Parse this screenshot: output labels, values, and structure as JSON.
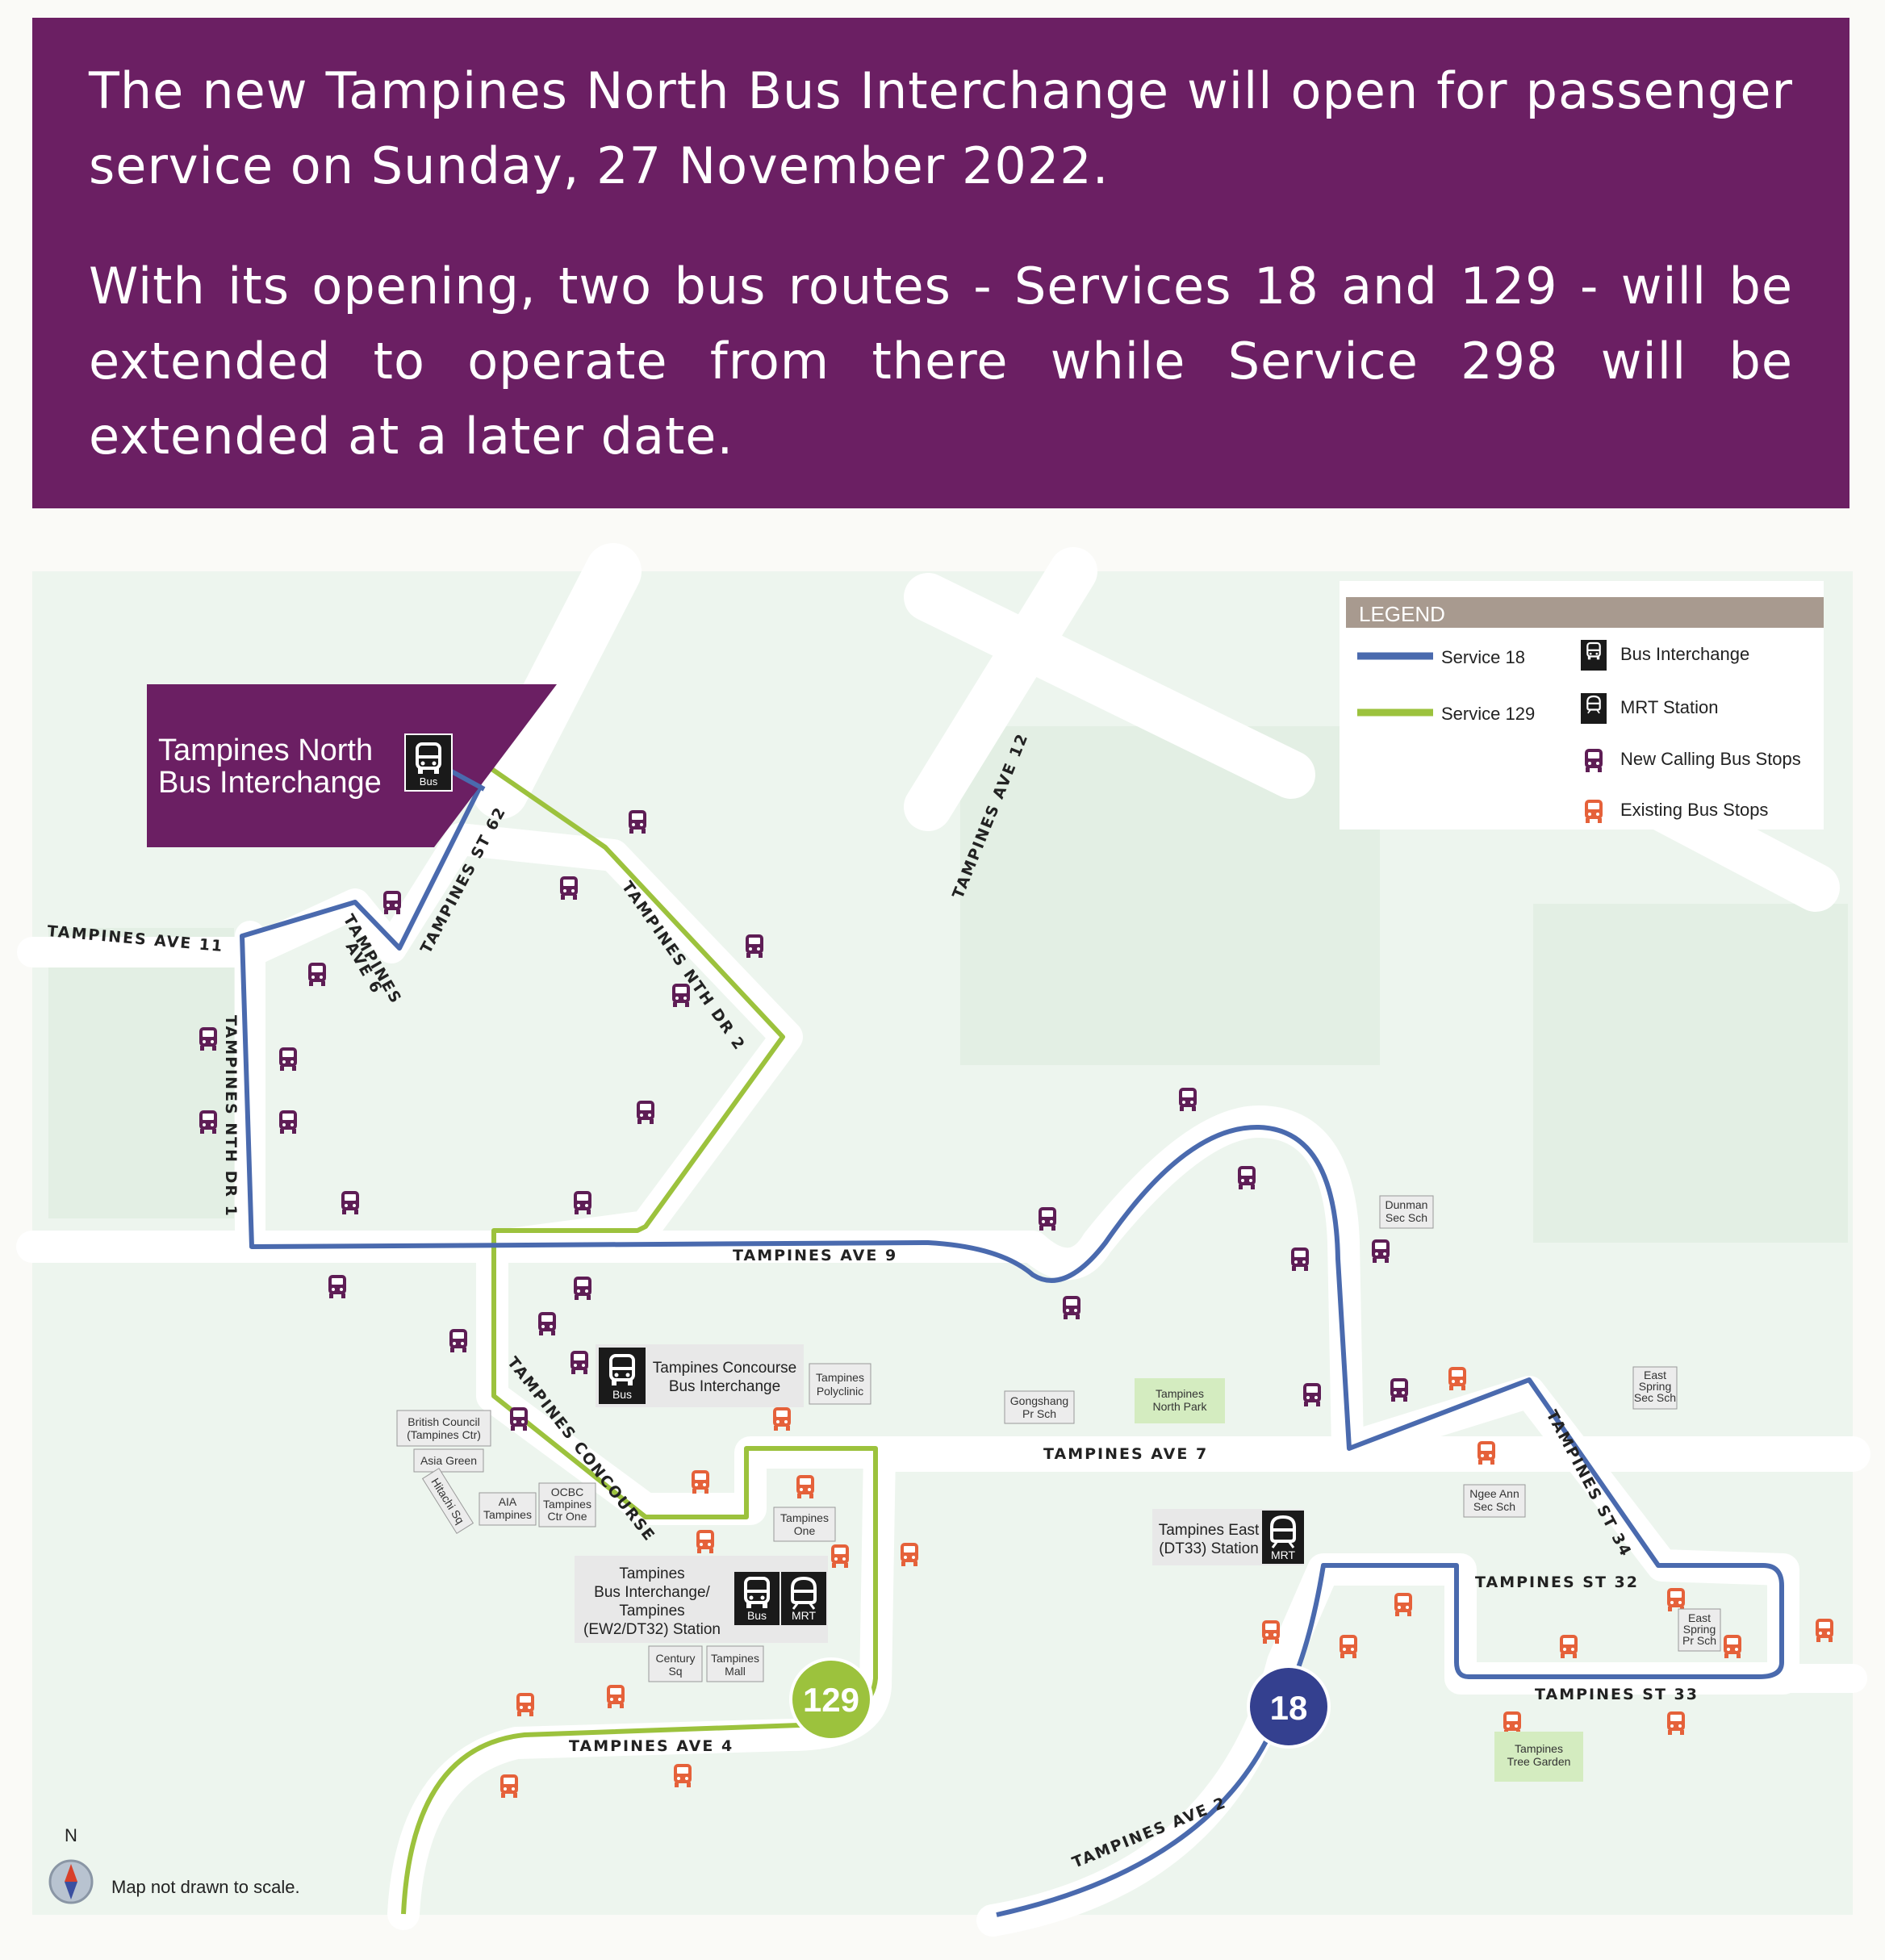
{
  "banner": {
    "paragraph_1": "The new Tampines North Bus Interchange will open for passenger service on Sunday, 27 November 2022.",
    "paragraph_2": "With its opening, two bus routes - Services 18 and 129 - will be extended to operate from there while Service 298 will be extended at a later date.",
    "background_color": "#6b1f63"
  },
  "legend": {
    "title": "LEGEND",
    "items": [
      {
        "label": "Service 18",
        "color": "#4a6aae",
        "icon": "blue-line"
      },
      {
        "label": "Service 129",
        "color": "#9cc23d",
        "icon": "green-line"
      },
      {
        "label": "Bus Interchange",
        "icon": "bus-interchange-icon",
        "badge": "Bus"
      },
      {
        "label": "MRT Station",
        "icon": "mrt-station-icon",
        "badge": "MRT"
      },
      {
        "label": "New Calling Bus Stops",
        "color": "#5e1d55",
        "icon": "new-bus-stop-icon"
      },
      {
        "label": "Existing Bus Stops",
        "color": "#e5613a",
        "icon": "existing-bus-stop-icon"
      }
    ]
  },
  "interchange": {
    "line_1": "Tampines North",
    "line_2": "Bus Interchange",
    "badge": "Bus"
  },
  "roads": {
    "ave11": "TAMPINES AVE 11",
    "nth_dr1": "TAMPINES NTH DR 1",
    "ave6_a": "TAMPINES",
    "ave6_b": "AVE 6",
    "st62": "TAMPINES ST 62",
    "nth_dr2": "TAMPINES NTH DR 2",
    "ave12": "TAMPINES AVE 12",
    "ave9": "TAMPINES AVE 9",
    "concourse": "TAMPINES CONCOURSE",
    "ave7": "TAMPINES AVE 7",
    "ave4": "TAMPINES AVE 4",
    "ave2": "TAMPINES AVE 2",
    "st34": "TAMPINES ST 34",
    "st32": "TAMPINES ST 32",
    "st33": "TAMPINES ST 33"
  },
  "places": {
    "concourse_interchange_1": "Tampines Concourse",
    "concourse_interchange_2": "Bus Interchange",
    "polyclinic_1": "Tampines",
    "polyclinic_2": "Polyclinic",
    "british_council_1": "British Council",
    "british_council_2": "(Tampines Ctr)",
    "asia_green": "Asia Green",
    "hitachi": "Hitachi Sq",
    "aia_1": "AIA",
    "aia_2": "Tampines",
    "ocbc_1": "OCBC",
    "ocbc_2": "Tampines",
    "ocbc_3": "Ctr One",
    "tampines_one_1": "Tampines",
    "tampines_one_2": "One",
    "tampines_int_1": "Tampines",
    "tampines_int_2": "Bus Interchange/",
    "tampines_int_3": "Tampines",
    "tampines_int_4": "(EW2/DT32) Station",
    "century_1": "Century",
    "century_2": "Sq",
    "mall_1": "Tampines",
    "mall_2": "Mall",
    "gongshang_1": "Gongshang",
    "gongshang_2": "Pr Sch",
    "north_park_1": "Tampines",
    "north_park_2": "North Park",
    "dunman_1": "Dunman",
    "dunman_2": "Sec Sch",
    "east_spring_sec_1": "East",
    "east_spring_sec_2": "Spring",
    "east_spring_sec_3": "Sec Sch",
    "ngee_ann_1": "Ngee Ann",
    "ngee_ann_2": "Sec Sch",
    "tampines_east_1": "Tampines East",
    "tampines_east_2": "(DT33) Station",
    "east_spring_pr_1": "East",
    "east_spring_pr_2": "Spring",
    "east_spring_pr_3": "Pr Sch",
    "tree_garden_1": "Tampines",
    "tree_garden_2": "Tree Garden"
  },
  "badges": {
    "bus": "Bus",
    "mrt": "MRT"
  },
  "routes": {
    "service_129": "129",
    "service_18": "18"
  },
  "compass": {
    "north": "N"
  },
  "note": "Map not drawn to scale."
}
